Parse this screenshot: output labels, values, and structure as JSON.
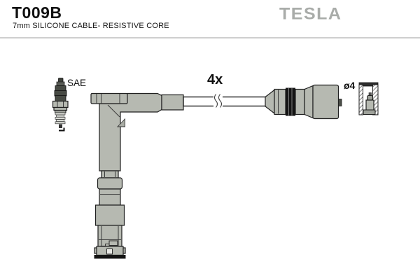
{
  "header": {
    "part_number": "T009B",
    "subtitle": "7mm SILICONE CABLE- RESISTIVE CORE",
    "brand_logo": "TESLA"
  },
  "diagram": {
    "quantity_label": "4x",
    "plug_label": "SAE",
    "terminal_label": "ø4",
    "components": [
      "spark-plug",
      "angled-spark-plug-boot",
      "silicone-cable",
      "distributor-end-boot",
      "terminal-sleeve-cutaway"
    ]
  },
  "colors": {
    "background": "#ffffff",
    "text": "#111111",
    "brand_gray": "#a9aca9",
    "divider": "#cfcfcf",
    "part_fill": "#b6b9b1",
    "part_fill_dark": "#9ea19a",
    "outline": "#1f1f1f",
    "band_black": "#141414"
  }
}
